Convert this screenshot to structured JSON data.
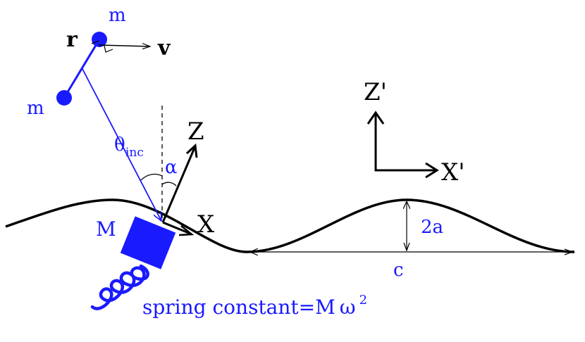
{
  "labels": {
    "mass_top": "m",
    "mass_left": "m",
    "r": "r",
    "v": "v",
    "theta": "θ",
    "theta_sub": "inc",
    "alpha": "α",
    "Z": "Z",
    "X": "X",
    "Z_prime": "Z'",
    "X_prime": "X'",
    "M": "M",
    "two_a": "2a",
    "c": "c",
    "spring_text": "spring constant=M",
    "omega": "ω",
    "spring_exp": "2"
  },
  "colors": {
    "blue": "#1a1aff",
    "black": "#000000"
  }
}
